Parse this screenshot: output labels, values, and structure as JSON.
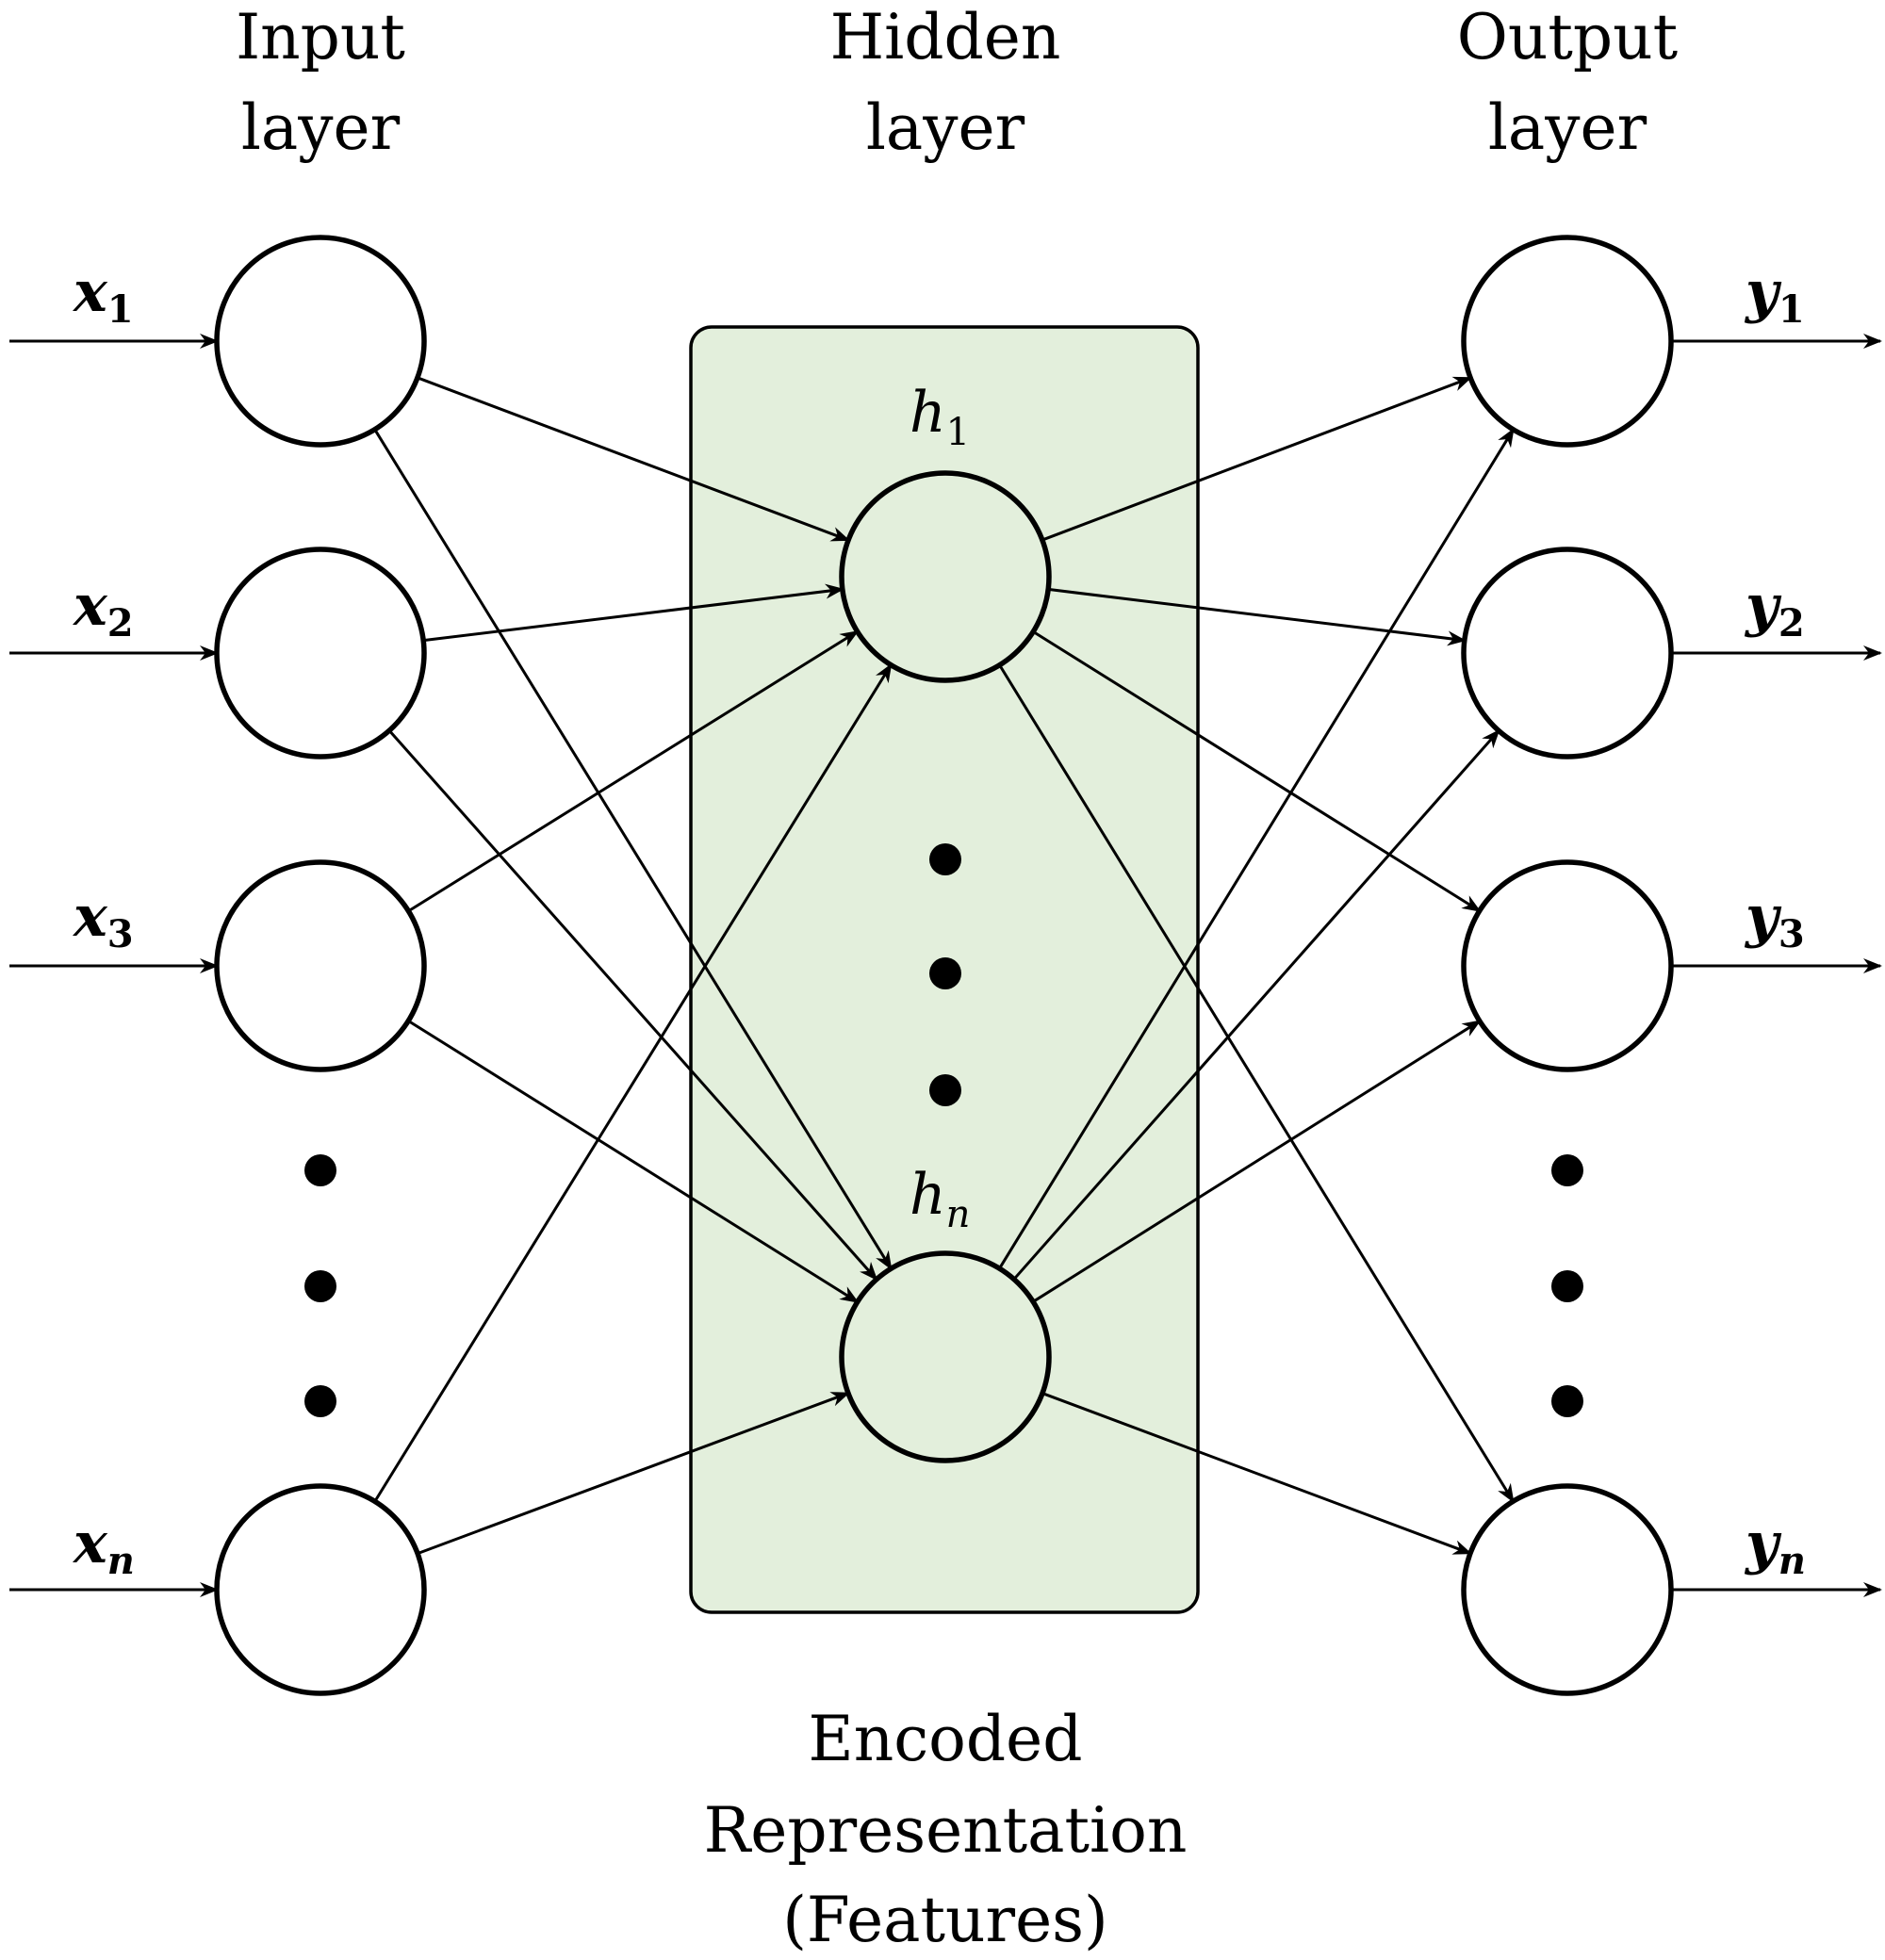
{
  "headings": {
    "input": [
      "Input",
      "layer"
    ],
    "hidden": [
      "Hidden",
      "layer"
    ],
    "output": [
      "Output",
      "layer"
    ]
  },
  "inputs": [
    {
      "base": "x",
      "sub": "1"
    },
    {
      "base": "x",
      "sub": "2"
    },
    {
      "base": "x",
      "sub": "3"
    },
    {
      "base": "x",
      "sub": "n"
    }
  ],
  "hidden": [
    {
      "base": "h",
      "sub": "1"
    },
    {
      "base": "h",
      "sub": "n"
    }
  ],
  "outputs": [
    {
      "base": "y",
      "sub": "1"
    },
    {
      "base": "y",
      "sub": "2"
    },
    {
      "base": "y",
      "sub": "3"
    },
    {
      "base": "y",
      "sub": "n"
    }
  ],
  "caption": [
    "Encoded",
    "Representation",
    "(Features)"
  ],
  "colors": {
    "hidden_fill": "#e3efdc",
    "stroke": "#000000",
    "background": "#ffffff"
  }
}
